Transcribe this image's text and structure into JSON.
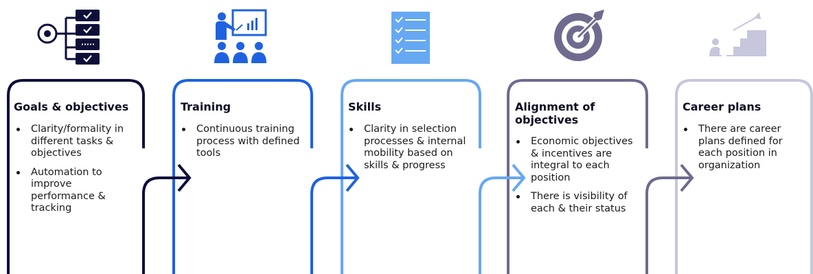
{
  "colors": {
    "goals": "#0e0e3a",
    "training": "#1f62e0",
    "skills": "#66a8f2",
    "alignment": "#6e6b8f",
    "career": "#c6c6dc"
  },
  "cards": [
    {
      "icon": "checklist-target-icon",
      "title": "Goals & objectives",
      "bullets": [
        "Clarity/formality in different tasks & objectives",
        "Automation to improve performance & tracking"
      ]
    },
    {
      "icon": "presentation-audience-icon",
      "title": "Training",
      "bullets": [
        "Continuous training process with defined tools"
      ]
    },
    {
      "icon": "checklist-clipboard-icon",
      "title": "Skills",
      "bullets": [
        "Clarity in selection processes & internal mobility based on skills & progress"
      ]
    },
    {
      "icon": "target-dart-icon",
      "title": "Alignment of objectives",
      "bullets": [
        "Economic objectives & incentives are integral to each position",
        "There is visibility of each & their status"
      ]
    },
    {
      "icon": "career-stairs-icon",
      "title": "Career plans",
      "bullets": [
        "There are career plans defined for each position in organization"
      ]
    }
  ]
}
